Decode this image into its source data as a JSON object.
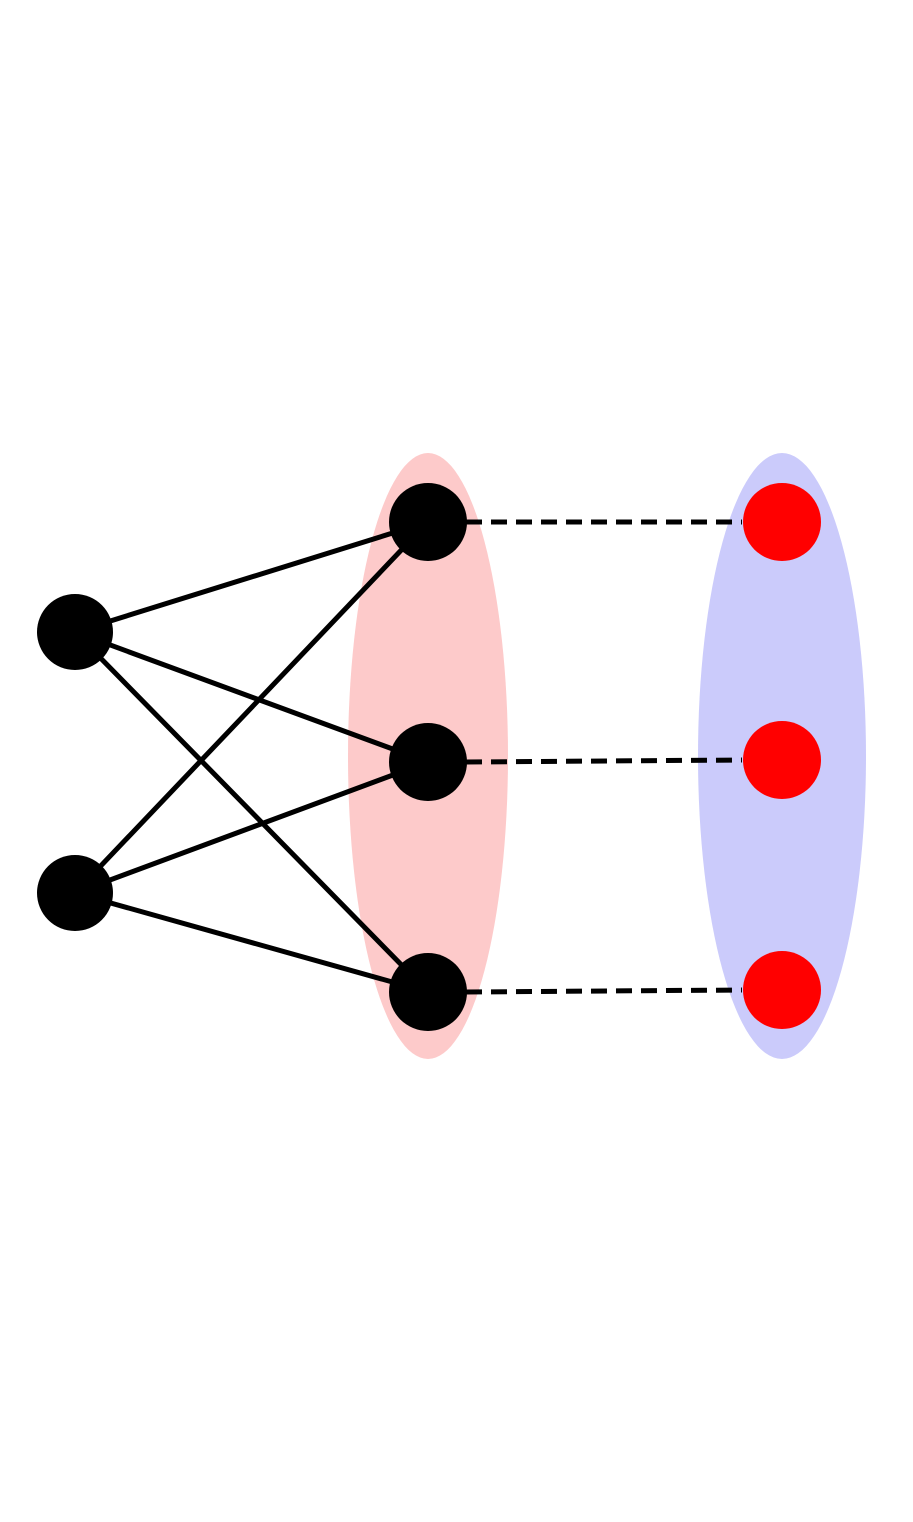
{
  "diagram": {
    "type": "graph",
    "nodes": [
      {
        "id": "L1",
        "group": "left"
      },
      {
        "id": "L2",
        "group": "left"
      },
      {
        "id": "M1",
        "group": "middle"
      },
      {
        "id": "M2",
        "group": "middle"
      },
      {
        "id": "M3",
        "group": "middle"
      },
      {
        "id": "R1",
        "group": "right"
      },
      {
        "id": "R2",
        "group": "right"
      },
      {
        "id": "R3",
        "group": "right"
      }
    ],
    "solid_edges": [
      [
        "L1",
        "M1"
      ],
      [
        "L1",
        "M2"
      ],
      [
        "L1",
        "M3"
      ],
      [
        "L2",
        "M1"
      ],
      [
        "L2",
        "M2"
      ],
      [
        "L2",
        "M3"
      ]
    ],
    "dashed_edges": [
      [
        "M1",
        "R1"
      ],
      [
        "M2",
        "R2"
      ],
      [
        "M3",
        "R3"
      ]
    ],
    "groups": [
      {
        "id": "middle",
        "color": "#fdcaca"
      },
      {
        "id": "right",
        "color": "#cbcbfb"
      }
    ],
    "colors": {
      "left_node": "#000000",
      "middle_node": "#000000",
      "right_node": "#ff0000",
      "edge": "#000000"
    }
  }
}
